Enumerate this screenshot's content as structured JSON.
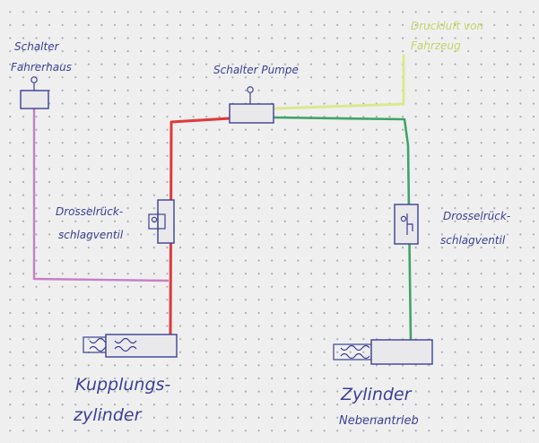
{
  "labels": {
    "switch_cab": [
      "Schalter",
      "Fahrerhaus"
    ],
    "switch_pump": "Schalter Pumpe",
    "air_supply": [
      "Druckluft von",
      "Fahrzeug"
    ],
    "throttle_valve_left": [
      "Drosselrück-",
      "schlagventil"
    ],
    "throttle_valve_right": [
      "Drosselrück-",
      "schlagventil"
    ],
    "clutch_cylinder": [
      "Kupplungs-",
      "zylinder"
    ],
    "pto_cylinder": [
      "Zylinder",
      "Nebenantrieb"
    ]
  },
  "colors": {
    "ink": "#3d3f94",
    "line_red": "#e0393c",
    "line_green": "#3fa36a",
    "line_yellow": "#dce88f",
    "line_purple": "#c77fc6",
    "paper": "#efefef"
  }
}
